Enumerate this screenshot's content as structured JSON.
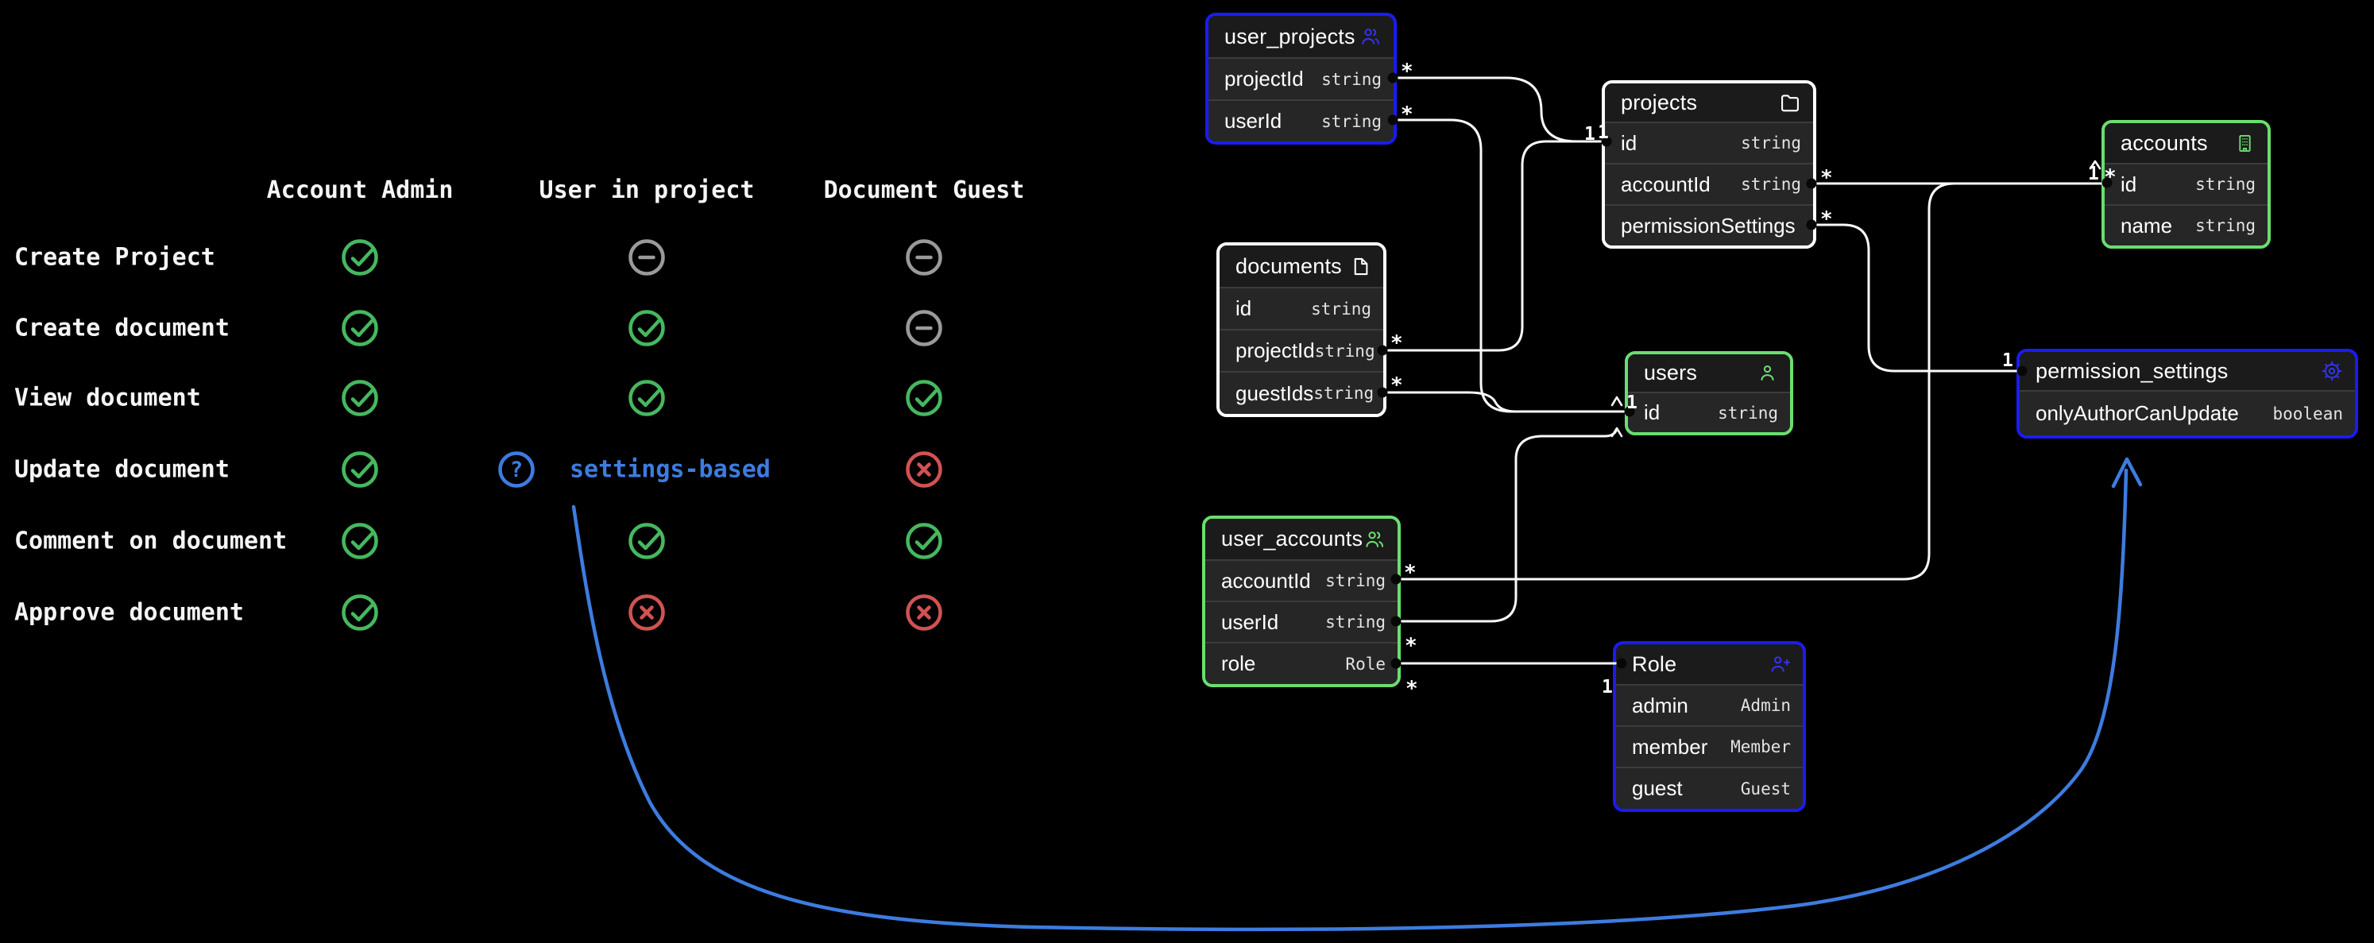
{
  "matrix": {
    "col_headers": [
      "Account Admin",
      "User in project",
      "Document Guest"
    ],
    "rows": [
      {
        "label": "Create Project",
        "cells": [
          "check",
          "minus",
          "minus"
        ]
      },
      {
        "label": "Create document",
        "cells": [
          "check",
          "check",
          "minus"
        ]
      },
      {
        "label": "View document",
        "cells": [
          "check",
          "check",
          "check"
        ]
      },
      {
        "label": "Update document",
        "cells": [
          "check",
          "question",
          "x"
        ],
        "note": "settings-based"
      },
      {
        "label": "Comment on document",
        "cells": [
          "check",
          "check",
          "check"
        ]
      },
      {
        "label": "Approve document",
        "cells": [
          "check",
          "x",
          "x"
        ]
      }
    ],
    "question_glyph": "?",
    "icon_colors": {
      "check": "#46b85f",
      "minus": "#9a9a9a",
      "x": "#d25252",
      "question": "#3d7ce0"
    }
  },
  "diagram": {
    "card": {
      "one": "1",
      "many": "*"
    },
    "colors": {
      "blue_accent": "#1b1bf2",
      "green_accent": "#6ade6e",
      "white_accent": "#ffffff",
      "arrow_blue": "#3d7ce0"
    },
    "tables": [
      {
        "name": "user_projects",
        "icon": "users-icon",
        "accent": "blue",
        "fields": [
          {
            "name": "projectId",
            "type": "string"
          },
          {
            "name": "userId",
            "type": "string"
          }
        ]
      },
      {
        "name": "projects",
        "icon": "folder-icon",
        "accent": "white",
        "fields": [
          {
            "name": "id",
            "type": "string"
          },
          {
            "name": "accountId",
            "type": "string"
          },
          {
            "name": "permissionSettings",
            "type": ""
          }
        ]
      },
      {
        "name": "accounts",
        "icon": "building-icon",
        "accent": "green",
        "fields": [
          {
            "name": "id",
            "type": "string"
          },
          {
            "name": "name",
            "type": "string"
          }
        ]
      },
      {
        "name": "documents",
        "icon": "file-icon",
        "accent": "white",
        "fields": [
          {
            "name": "id",
            "type": "string"
          },
          {
            "name": "projectId",
            "type": "string"
          },
          {
            "name": "guestIds",
            "type": "string"
          }
        ]
      },
      {
        "name": "users",
        "icon": "user-icon",
        "accent": "green",
        "fields": [
          {
            "name": "id",
            "type": "string"
          }
        ]
      },
      {
        "name": "permission_settings",
        "icon": "gear-icon",
        "accent": "blue",
        "fields": [
          {
            "name": "onlyAuthorCanUpdate",
            "type": "boolean"
          }
        ]
      },
      {
        "name": "user_accounts",
        "icon": "users-icon",
        "accent": "green",
        "fields": [
          {
            "name": "accountId",
            "type": "string"
          },
          {
            "name": "userId",
            "type": "string"
          },
          {
            "name": "role",
            "type": "Role"
          }
        ]
      },
      {
        "name": "Role",
        "icon": "user-plus-icon",
        "accent": "blue",
        "fields": [
          {
            "name": "admin",
            "type": "Admin"
          },
          {
            "name": "member",
            "type": "Member"
          },
          {
            "name": "guest",
            "type": "Guest"
          }
        ]
      }
    ]
  }
}
